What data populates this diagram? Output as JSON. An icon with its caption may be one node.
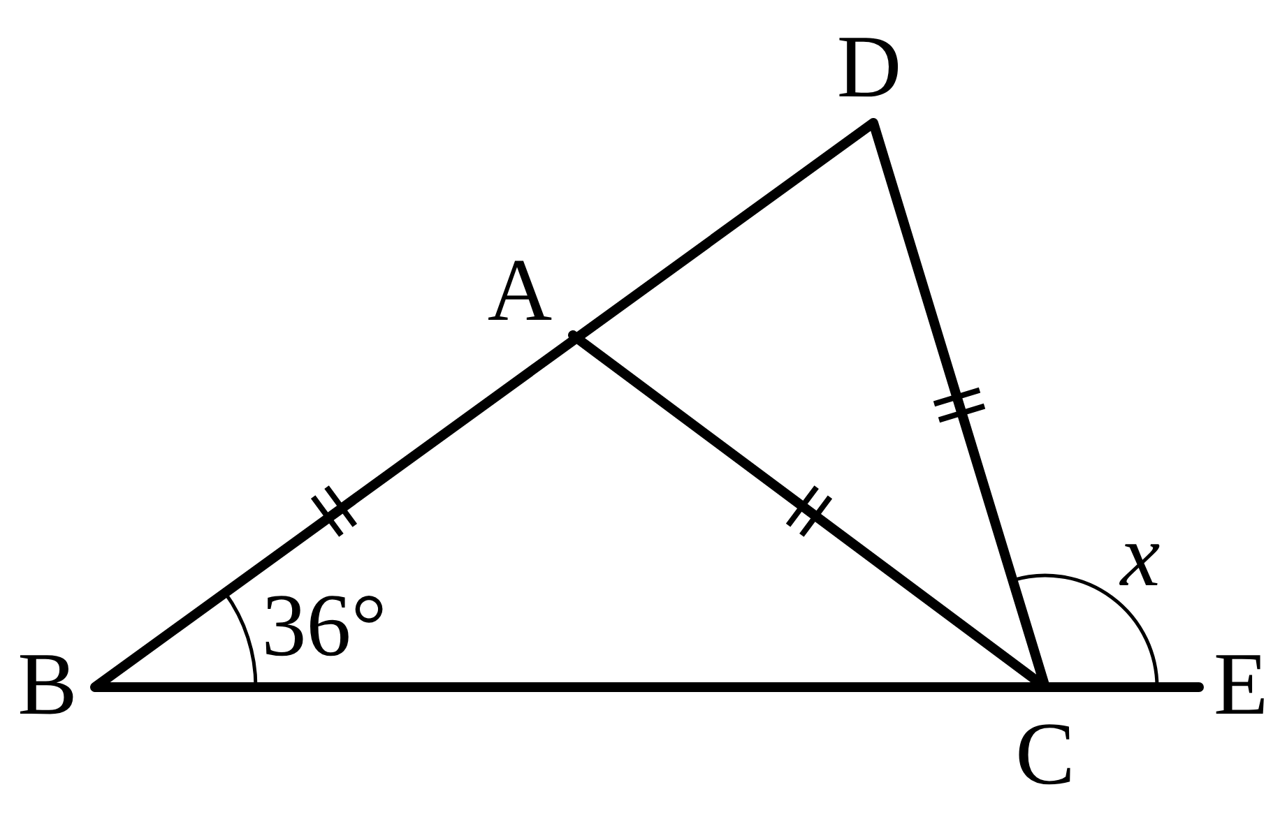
{
  "diagram": {
    "labels": [
      "D",
      "A",
      "36°",
      "x",
      "B",
      "C",
      "E"
    ]
  }
}
